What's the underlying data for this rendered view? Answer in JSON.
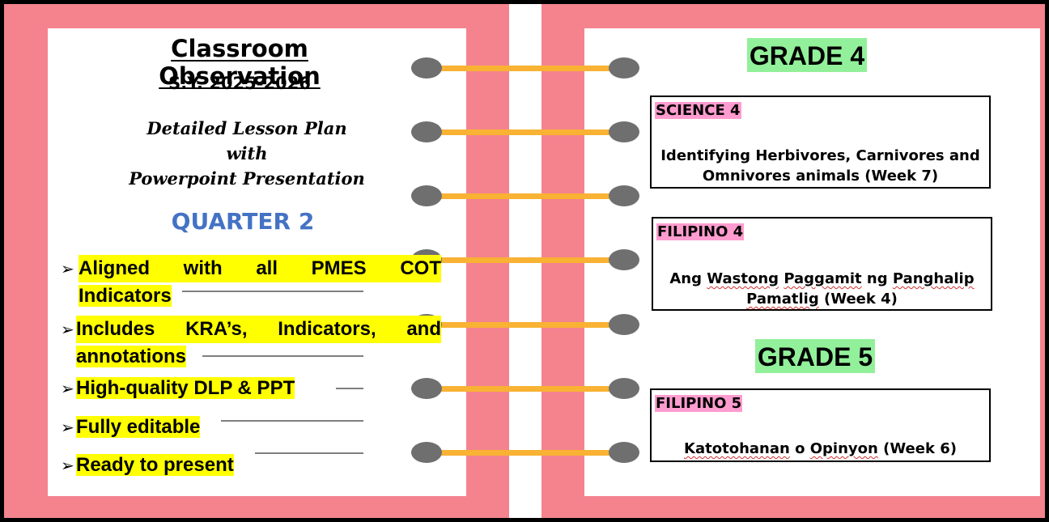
{
  "left_page": {
    "title": "Classroom Observation",
    "school_year": "S.Y. 2025-2026",
    "dlp_line1": "Detailed Lesson Plan",
    "dlp_line2": "with",
    "dlp_line3": "Powerpoint Presentation",
    "quarter": "QUARTER 2",
    "bullets": [
      "Aligned with all PMES COT",
      "Indicators",
      "Includes KRA’s, Indicators, and",
      "annotations",
      "High-quality DLP & PPT",
      "Fully editable",
      "Ready to present"
    ],
    "bullet_glyph": "➢"
  },
  "right_page": {
    "grade4": "GRADE 4",
    "grade5": "GRADE 5",
    "science4": {
      "subject": "SCIENCE 4",
      "line1": "Identifying Herbivores, Carnivores and",
      "line2": "Omnivores animals (Week 7)"
    },
    "filipino4": {
      "subject": "FILIPINO 4",
      "line1_a": "Ang ",
      "line1_b": "Wastong",
      "line1_c": " ",
      "line1_d": "Paggamit",
      "line1_e": " ng ",
      "line1_f": "Panghalip",
      "line2_a": "Pamatlig",
      "line2_b": " (Week 4)"
    },
    "filipino5": {
      "subject": "FILIPINO 5",
      "line1_a": "Katotohanan",
      "line1_b": " o ",
      "line1_c": "Opinyon",
      "line1_d": " (Week 6)"
    }
  },
  "colors": {
    "frame": "#f4838e",
    "binding_wire": "#f9b233",
    "ring": "#6f6f6f",
    "quarter": "#4472c4",
    "highlight_yellow": "#ffff00",
    "highlight_green": "#92f09a",
    "highlight_pink": "#ff9ccf"
  }
}
